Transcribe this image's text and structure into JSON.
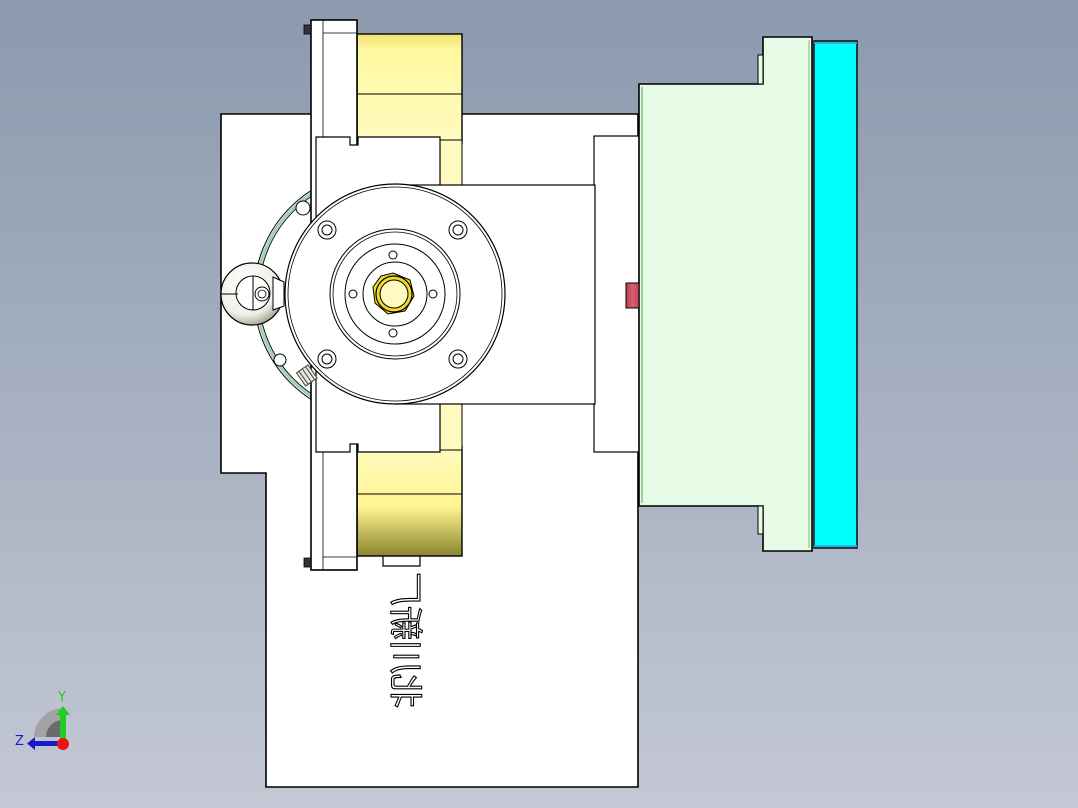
{
  "viewport": {
    "background_top": "#8b9aae",
    "background_bottom": "#c4c8d4"
  },
  "triad": {
    "y_label": "Y",
    "z_label": "Z",
    "y_color": "#22cc22",
    "z_color": "#1a1acc",
    "x_color": "#ee1111"
  },
  "engraved_text": {
    "value": "北川新厂",
    "orientation": "rotated-90"
  },
  "colors": {
    "white_part": "#ffffff",
    "yellow_part": "#fff8b0",
    "yellow_shade": "#d8cf60",
    "mint_part": "#e6fbe6",
    "mint_edge": "#9fcf9f",
    "cyan_part": "#00ffff",
    "red_button": "#d05560",
    "ring_green": "#a8cfb8",
    "nut_gold": "#f2d836",
    "outline": "#000000"
  }
}
